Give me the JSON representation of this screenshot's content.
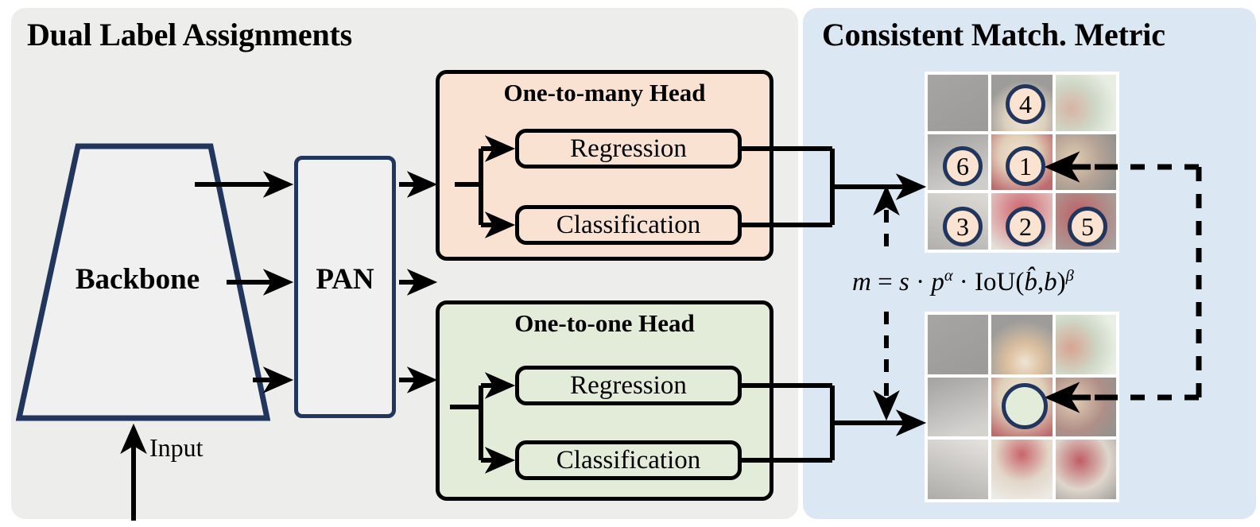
{
  "figure": {
    "type": "diagram",
    "subject": "YOLOv10 dual label assignment and consistent matching metric architecture"
  },
  "panels": {
    "left": {
      "title": "Dual Label Assignments",
      "bg_color": "#ededec"
    },
    "right": {
      "title": "Consistent Match. Metric",
      "bg_color": "#dce7f4"
    }
  },
  "backbone": {
    "label": "Backbone",
    "stroke_color": "#22355c",
    "fill_color": "#f0f0f0"
  },
  "pan": {
    "label": "PAN",
    "stroke_color": "#22355c",
    "fill_color": "#f0f0f0"
  },
  "input": {
    "label": "Input"
  },
  "heads": [
    {
      "id": "one-to-many",
      "title": "One-to-many Head",
      "bg_color": "#fae2d3",
      "branches": [
        {
          "label": "Regression"
        },
        {
          "label": "Classification"
        }
      ]
    },
    {
      "id": "one-to-one",
      "title": "One-to-one Head",
      "bg_color": "#e2ecd9",
      "branches": [
        {
          "label": "Regression"
        },
        {
          "label": "Classification"
        }
      ]
    }
  ],
  "metric": {
    "formula_plain": "m = s · p^α · IoU(b̂, b)^β",
    "tokens": {
      "m": "m",
      "eq": "=",
      "s": "s",
      "dot1": "·",
      "p": "p",
      "alpha": "α",
      "dot2": "·",
      "iou": "IoU",
      "open": "(",
      "bhat": "b̂",
      "comma": ",",
      "b": "b",
      "close": ")",
      "beta": "β"
    }
  },
  "grids": {
    "top": {
      "name": "one-to-many-predictions",
      "marker_fill": "#fbe3d1",
      "marker_stroke": "#22355c",
      "markers": [
        {
          "label": "4",
          "cell": "top-center"
        },
        {
          "label": "6",
          "cell": "middle-left"
        },
        {
          "label": "1",
          "cell": "middle-center"
        },
        {
          "label": "3",
          "cell": "bottom-left"
        },
        {
          "label": "2",
          "cell": "bottom-center"
        },
        {
          "label": "5",
          "cell": "bottom-right"
        }
      ]
    },
    "bottom": {
      "name": "one-to-one-prediction",
      "marker_fill": "#e2ecd9",
      "marker_stroke": "#22355c",
      "markers": [
        {
          "label": "",
          "cell": "middle-center"
        }
      ]
    }
  }
}
